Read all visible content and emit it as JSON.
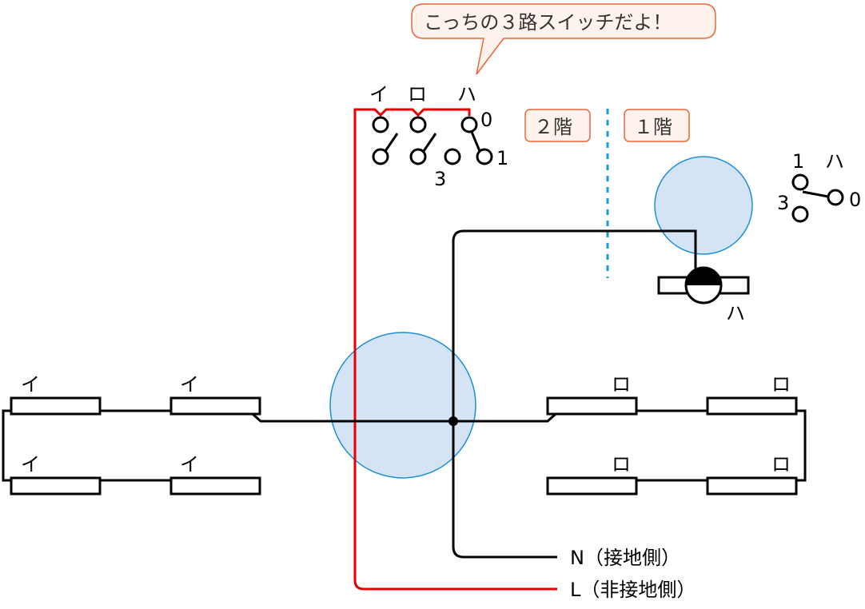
{
  "callout": {
    "text": "こっちの３路スイッチだよ！"
  },
  "switch_terminals": {
    "i": "イ",
    "ro": "ロ",
    "ha": "ハ"
  },
  "switch_positions": {
    "p0": "0",
    "p1": "1",
    "p3": "3"
  },
  "floors": {
    "second": "２階",
    "first": "１階"
  },
  "small_switch": {
    "p1": "1",
    "p3": "3",
    "p0": "0",
    "ha": "ハ"
  },
  "fixture_labels": {
    "i": [
      "イ",
      "イ",
      "イ",
      "イ"
    ],
    "ro": [
      "ロ",
      "ロ",
      "ロ",
      "ロ"
    ],
    "ha": "ハ"
  },
  "wires": {
    "neutral": "N（接地側）",
    "line": "L（非接地側）"
  },
  "colors": {
    "line_wire": "#e60000",
    "neutral_wire": "#000000",
    "junction_fill": "#d4e4f5",
    "junction_stroke": "#1a8fd6",
    "floor_divider": "#1a9ad6",
    "tag_stroke": "#e8663a",
    "tag_fill": "#fdf2ec"
  }
}
